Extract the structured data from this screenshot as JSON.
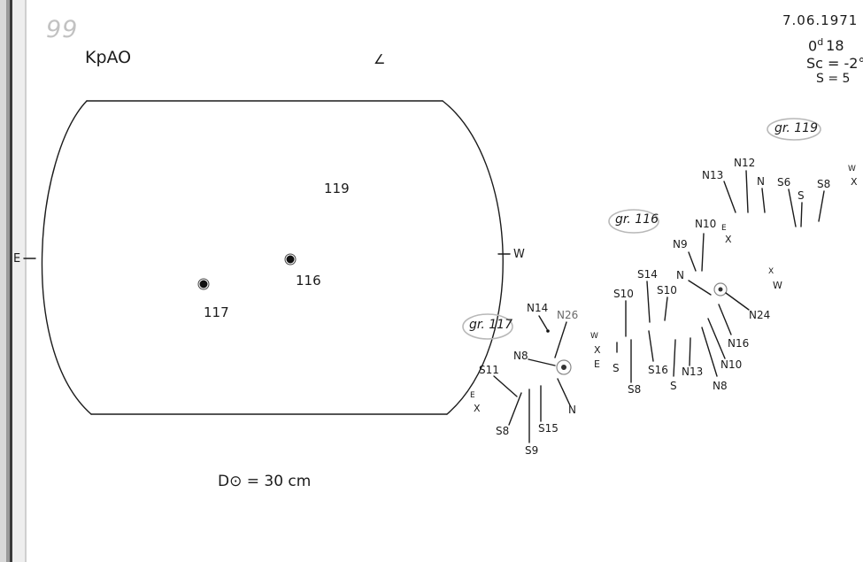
{
  "header": {
    "page_number": "99",
    "observatory": "KpAO",
    "mark": "∠"
  },
  "observation": {
    "date": "7.06.1971",
    "time": "0d18",
    "time_sup": "d",
    "time_day": "0",
    "time_min": "18",
    "sc": "Sc = -2°",
    "s": "S = 5"
  },
  "disk": {
    "east": "E",
    "west": "W",
    "groups": [
      {
        "id": "119",
        "label": "119"
      },
      {
        "id": "116",
        "label": "116"
      },
      {
        "id": "117",
        "label": "117"
      }
    ],
    "diameter": "D⊙ = 30 cm"
  },
  "group_117": {
    "title": "gr. 117",
    "spots": [
      "N14",
      "N26",
      "N8",
      "S11",
      "S8",
      "S9",
      "S15",
      "N"
    ],
    "dir_w": "W",
    "dir_x": "X",
    "dir_e": "E",
    "dir_e2": "E",
    "dir_x2": "X"
  },
  "group_116": {
    "title": "gr. 116",
    "spots": [
      "N9",
      "N10",
      "N",
      "N24",
      "S10",
      "S14",
      "S10",
      "S",
      "S8",
      "S16",
      "S",
      "N13",
      "N8",
      "N10",
      "N16"
    ],
    "dir_e": "E",
    "dir_x": "X",
    "dir_x2": "X",
    "dir_w": "W"
  },
  "group_119": {
    "title": "gr. 119",
    "spots": [
      "N13",
      "N12",
      "N",
      "S6",
      "S",
      "S8"
    ],
    "dir_w": "W",
    "dir_x": "X"
  }
}
